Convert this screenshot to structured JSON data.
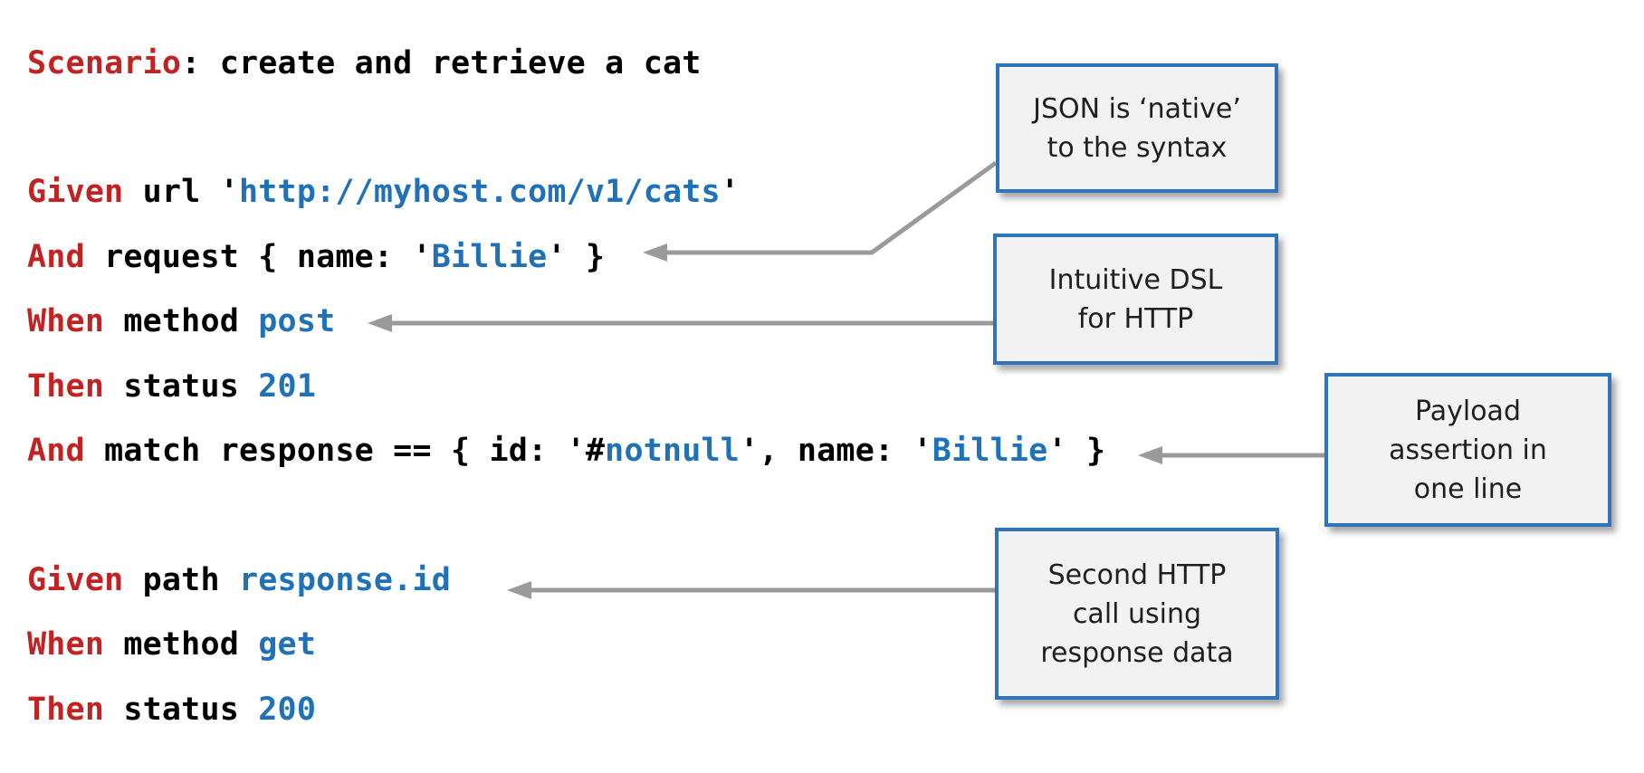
{
  "colors": {
    "keyword_red": "#c32222",
    "value_blue": "#1f72b8",
    "code_black": "#000000",
    "box_border_blue": "#2e75bd",
    "box_bg": "#f2f2f2",
    "box_text": "#1f1f1f",
    "arrow_gray": "#9a9a9a",
    "page_bg": "#ffffff"
  },
  "code": {
    "language": "karate-gherkin",
    "lines": [
      {
        "tokens": [
          {
            "t": "Scenario",
            "c": "red"
          },
          {
            "t": ": create and retrieve a cat",
            "c": "black"
          }
        ]
      },
      {
        "blank": true
      },
      {
        "tokens": [
          {
            "t": "Given",
            "c": "red"
          },
          {
            "t": " url '",
            "c": "black"
          },
          {
            "t": "http://myhost.com/v1/cats",
            "c": "blue"
          },
          {
            "t": "'",
            "c": "black"
          }
        ]
      },
      {
        "tokens": [
          {
            "t": "And",
            "c": "red"
          },
          {
            "t": " request { name: '",
            "c": "black"
          },
          {
            "t": "Billie",
            "c": "blue"
          },
          {
            "t": "' }",
            "c": "black"
          }
        ]
      },
      {
        "tokens": [
          {
            "t": "When",
            "c": "red"
          },
          {
            "t": " method ",
            "c": "black"
          },
          {
            "t": "post",
            "c": "blue"
          }
        ]
      },
      {
        "tokens": [
          {
            "t": "Then",
            "c": "red"
          },
          {
            "t": " status ",
            "c": "black"
          },
          {
            "t": "201",
            "c": "blue"
          }
        ]
      },
      {
        "tokens": [
          {
            "t": "And",
            "c": "red"
          },
          {
            "t": " match response == { id: '#",
            "c": "black"
          },
          {
            "t": "notnull",
            "c": "blue"
          },
          {
            "t": "', name: '",
            "c": "black"
          },
          {
            "t": "Billie",
            "c": "blue"
          },
          {
            "t": "' }",
            "c": "black"
          }
        ]
      },
      {
        "blank": true
      },
      {
        "tokens": [
          {
            "t": "Given",
            "c": "red"
          },
          {
            "t": " path ",
            "c": "black"
          },
          {
            "t": "response.id",
            "c": "blue"
          }
        ]
      },
      {
        "tokens": [
          {
            "t": "When",
            "c": "red"
          },
          {
            "t": " method ",
            "c": "black"
          },
          {
            "t": "get",
            "c": "blue"
          }
        ]
      },
      {
        "tokens": [
          {
            "t": "Then",
            "c": "red"
          },
          {
            "t": " status ",
            "c": "black"
          },
          {
            "t": "200",
            "c": "blue"
          }
        ]
      }
    ]
  },
  "callouts": [
    {
      "id": "json-native",
      "text": "JSON is ‘native’\nto the syntax"
    },
    {
      "id": "intuitive-dsl",
      "text": "Intuitive DSL\nfor HTTP"
    },
    {
      "id": "payload",
      "text": "Payload\nassertion in\none line"
    },
    {
      "id": "second-call",
      "text": "Second HTTP\ncall using\nresponse data"
    }
  ]
}
